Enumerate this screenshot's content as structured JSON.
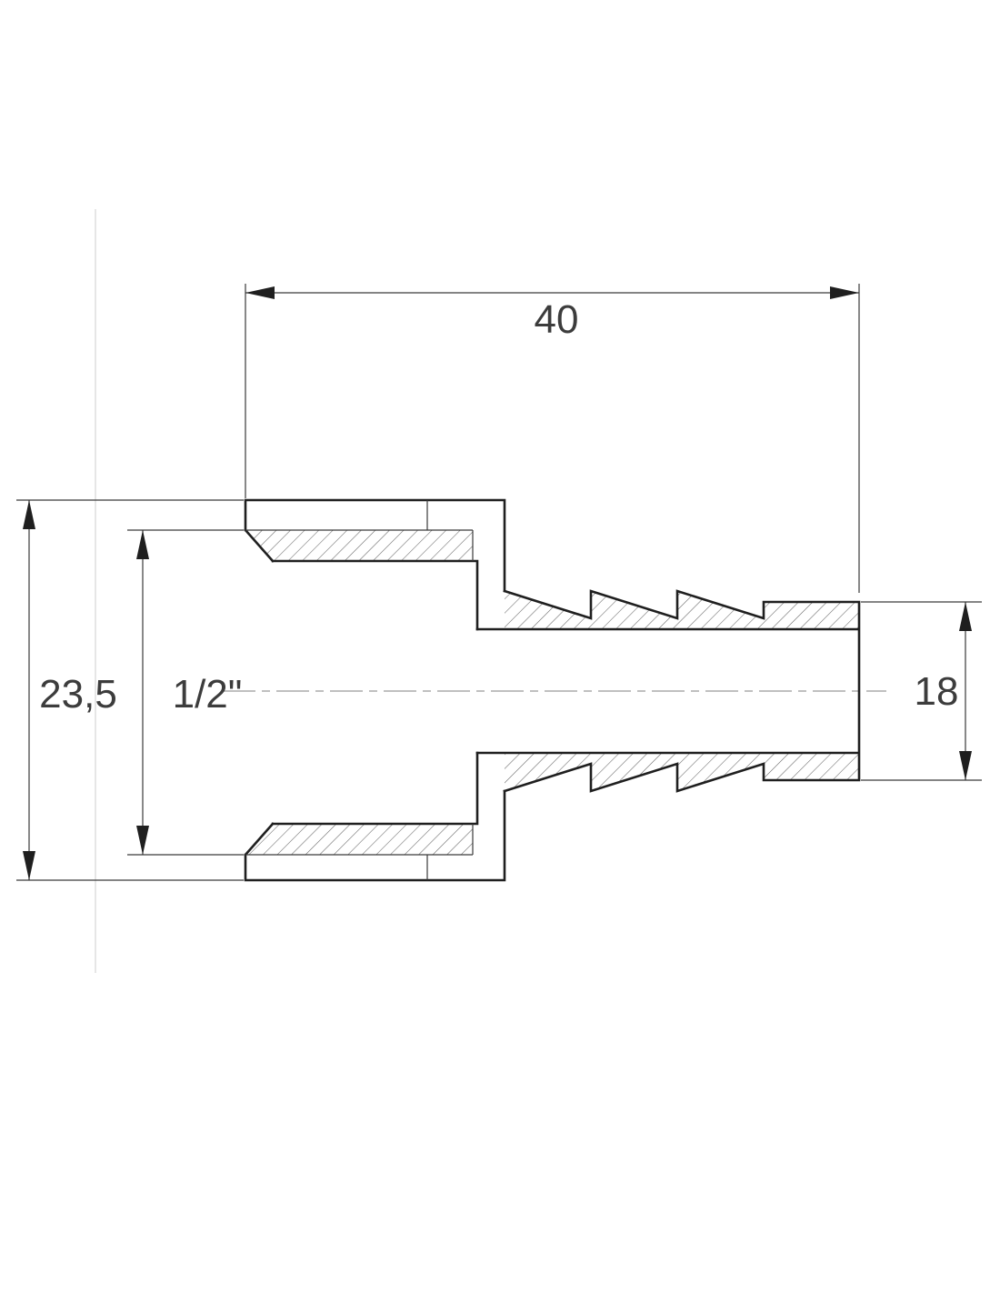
{
  "drawing": {
    "dimensions": {
      "overall_length": {
        "label": "40"
      },
      "body_width": {
        "label": "23,5"
      },
      "thread_size": {
        "label": "1/2\""
      },
      "barb_outer_diameter": {
        "label": "18"
      }
    },
    "colors": {
      "outline": "#1f1f1f",
      "thin_line": "#3a3a3a",
      "dim_text": "#3c3c3c",
      "centerline": "#9a9a9a",
      "construction_line": "#cccccc",
      "hatch": "#666666",
      "background": "#ffffff"
    }
  }
}
